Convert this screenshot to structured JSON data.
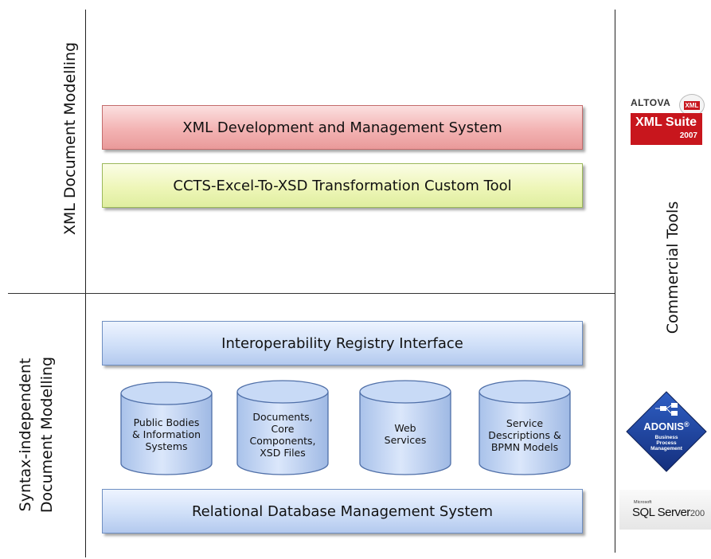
{
  "left_labels": {
    "top": "XML Document Modelling",
    "bottom_line1": "Syntax-independent",
    "bottom_line2": "Document Modelling"
  },
  "right_label": "Commercial Tools",
  "bars": {
    "xml_dev": "XML Development and Management System",
    "ccts": "CCTS-Excel-To-XSD Transformation Custom Tool",
    "registry": "Interoperability Registry Interface",
    "rdbms": "Relational Database Management System"
  },
  "cylinders": [
    {
      "lines": [
        "Public Bodies",
        "& Information",
        "Systems"
      ]
    },
    {
      "lines": [
        "Documents,",
        "Core",
        "Components,",
        "XSD Files"
      ]
    },
    {
      "lines": [
        "Web",
        "Services"
      ]
    },
    {
      "lines": [
        "Service",
        "Descriptions &",
        "BPMN Models"
      ]
    }
  ],
  "logos": {
    "altova": {
      "brand": "ALTOVA",
      "badge": "XML",
      "product": "XML Suite",
      "year": "2007"
    },
    "adonis": {
      "name": "ADONIS",
      "reg": "®",
      "sub1": "Business",
      "sub2": "Process",
      "sub3": "Management"
    },
    "sqlserver": {
      "small": "Microsoft",
      "name": "SQL Server",
      "year": "200"
    }
  },
  "colors": {
    "red_bar": "#f3b3b3",
    "green_bar": "#eef6b8",
    "blue_bar": "#cfdff8",
    "cylinder": "#c2d6f5",
    "altova_red": "#c8161d",
    "adonis_blue": "#1a3f9b"
  }
}
